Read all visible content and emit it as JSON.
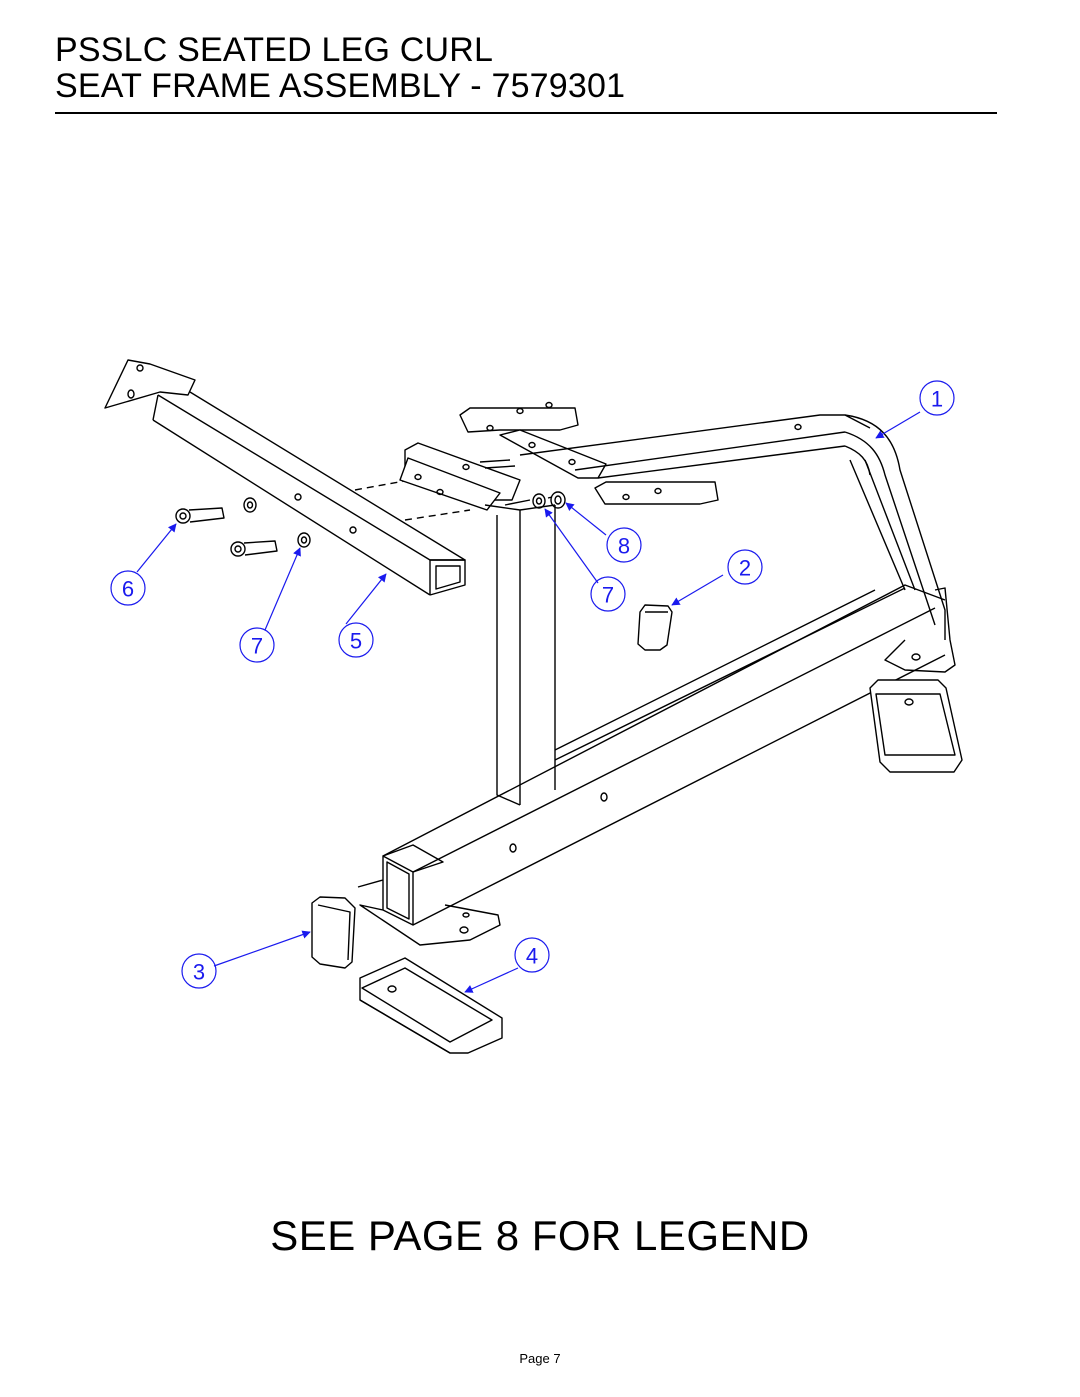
{
  "header": {
    "title_line1": "PSSLC SEATED LEG CURL",
    "title_line2": "SEAT FRAME ASSEMBLY - 7579301"
  },
  "callouts": [
    {
      "id": "c1",
      "label": "1"
    },
    {
      "id": "c2",
      "label": "2"
    },
    {
      "id": "c3",
      "label": "3"
    },
    {
      "id": "c4",
      "label": "4"
    },
    {
      "id": "c5",
      "label": "5"
    },
    {
      "id": "c6",
      "label": "6"
    },
    {
      "id": "c7a",
      "label": "7"
    },
    {
      "id": "c7b",
      "label": "7"
    },
    {
      "id": "c8",
      "label": "8"
    }
  ],
  "colors": {
    "callout": "#1a1aee",
    "line": "#000000",
    "hidden_line": "#555555"
  },
  "footer": {
    "legend_note": "SEE PAGE 8 FOR LEGEND",
    "page_label": "Page 7"
  }
}
